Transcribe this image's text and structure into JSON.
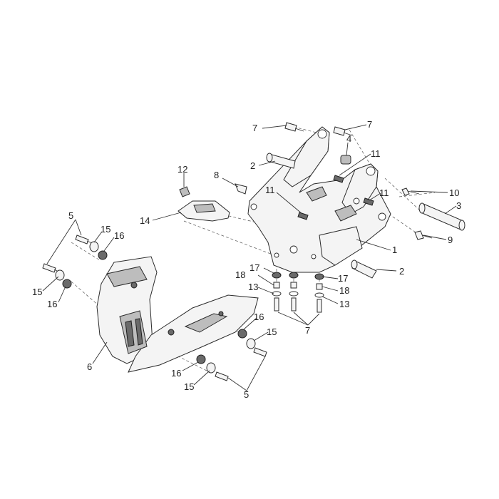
{
  "diagram": {
    "callouts": [
      {
        "id": "c7a",
        "text": "7"
      },
      {
        "id": "c7b",
        "text": "7"
      },
      {
        "id": "c4",
        "text": "4"
      },
      {
        "id": "c2a",
        "text": "2"
      },
      {
        "id": "c11a",
        "text": "11"
      },
      {
        "id": "c12",
        "text": "12"
      },
      {
        "id": "c8",
        "text": "8"
      },
      {
        "id": "c11b",
        "text": "11"
      },
      {
        "id": "c11c",
        "text": "11"
      },
      {
        "id": "c10",
        "text": "10"
      },
      {
        "id": "c3",
        "text": "3"
      },
      {
        "id": "c14",
        "text": "14"
      },
      {
        "id": "c9",
        "text": "9"
      },
      {
        "id": "c5a",
        "text": "5"
      },
      {
        "id": "c15a",
        "text": "15"
      },
      {
        "id": "c16a",
        "text": "16"
      },
      {
        "id": "c1",
        "text": "1"
      },
      {
        "id": "c17a",
        "text": "17"
      },
      {
        "id": "c2b",
        "text": "2"
      },
      {
        "id": "c18a",
        "text": "18"
      },
      {
        "id": "c17b",
        "text": "17"
      },
      {
        "id": "c15b",
        "text": "15"
      },
      {
        "id": "c16b",
        "text": "16"
      },
      {
        "id": "c13a",
        "text": "13"
      },
      {
        "id": "c18b",
        "text": "18"
      },
      {
        "id": "c13b",
        "text": "13"
      },
      {
        "id": "c7c",
        "text": "7"
      },
      {
        "id": "c16c",
        "text": "16"
      },
      {
        "id": "c15c",
        "text": "15"
      },
      {
        "id": "c6",
        "text": "6"
      },
      {
        "id": "c16d",
        "text": "16"
      },
      {
        "id": "c15d",
        "text": "15"
      },
      {
        "id": "c5b",
        "text": "5"
      }
    ]
  }
}
